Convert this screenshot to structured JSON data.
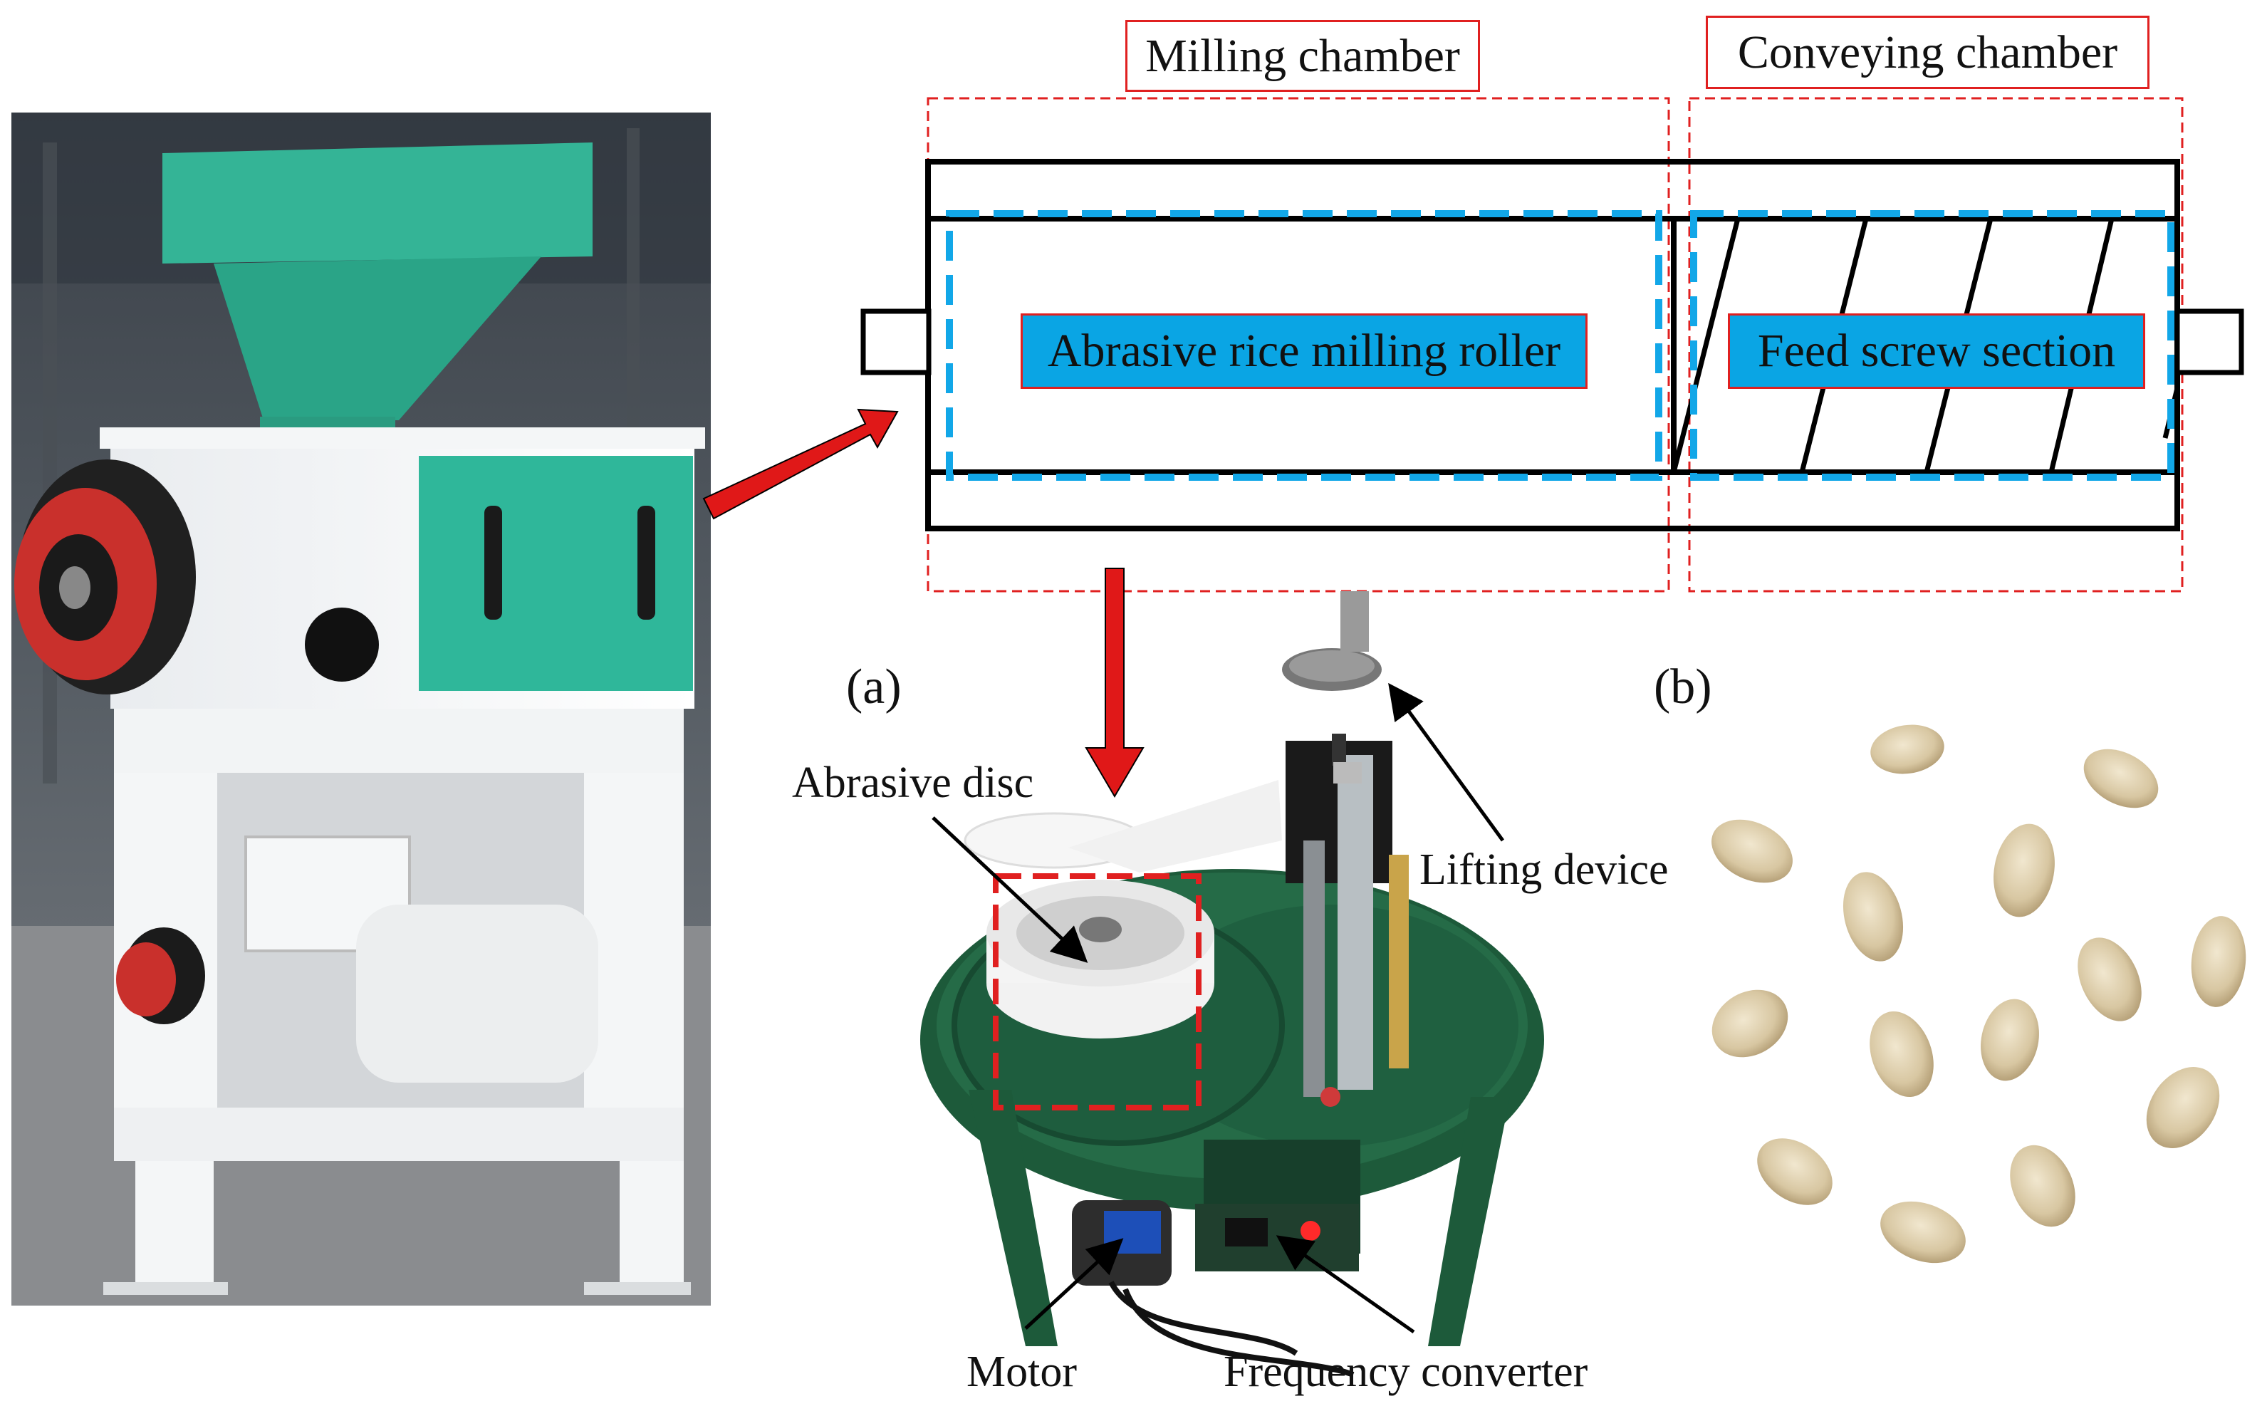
{
  "figure": {
    "panel_a_label": "(a)",
    "panel_b_label": "(b)"
  },
  "schematic": {
    "milling_chamber_label": "Milling chamber",
    "conveying_chamber_label": "Conveying chamber",
    "roller_label": "Abrasive rice milling roller",
    "screw_label": "Feed screw section"
  },
  "lab_device": {
    "abrasive_disc_label": "Abrasive disc",
    "lifting_device_label": "Lifting device",
    "motor_label": "Motor",
    "frequency_converter_label": "Frequency converter"
  },
  "colors": {
    "accent_red": "#e02020",
    "accent_blue": "#0aa5e4",
    "machine_green": "#2fb79a",
    "device_green": "#1d5a3a"
  }
}
